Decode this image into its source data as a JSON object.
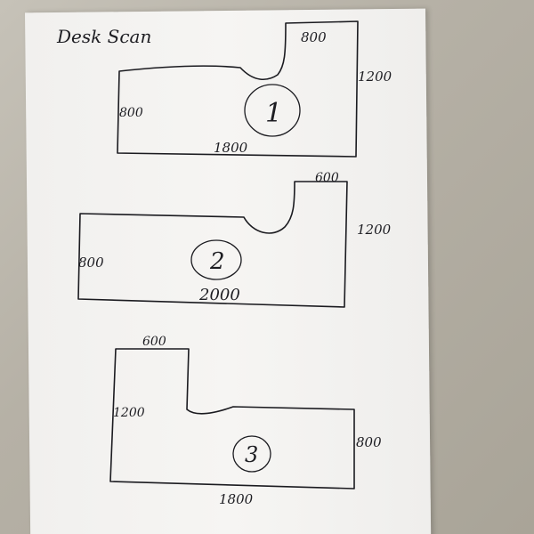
{
  "photo": {
    "title_note": "Desk Scan",
    "shapes": [
      {
        "number": "1",
        "labels": {
          "top": "800",
          "right": "1200",
          "left": "800",
          "bottom": "1800"
        }
      },
      {
        "number": "2",
        "labels": {
          "top": "600",
          "right": "1200",
          "left": "800",
          "bottom": "2000"
        }
      },
      {
        "number": "3",
        "labels": {
          "top": "600",
          "left": "1200",
          "right": "800",
          "bottom": "1800"
        }
      }
    ]
  }
}
